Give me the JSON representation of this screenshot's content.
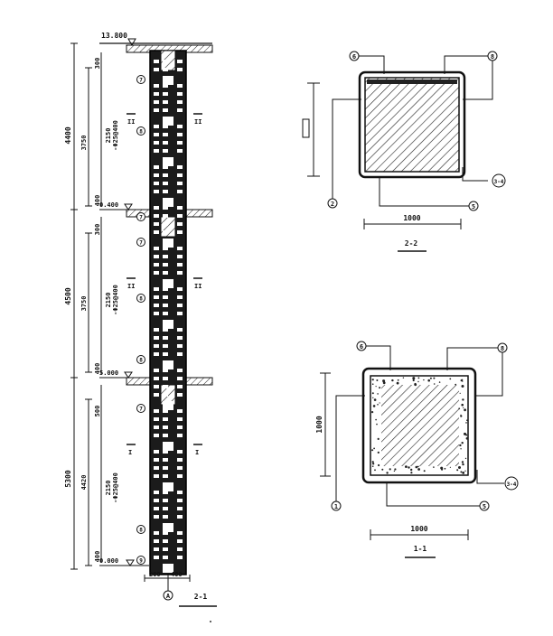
{
  "elevation": {
    "levels": {
      "top": "13.800",
      "mid": "0.400",
      "low": "5.000",
      "base": "0.000"
    },
    "overall_dims": {
      "upper": "4400",
      "middle": "4500",
      "lower": "5300"
    },
    "span_dims": {
      "upper": "3750",
      "middle": "3750",
      "lower": "4420"
    },
    "small_dims": {
      "a": "300",
      "b": "400",
      "c": "500"
    },
    "rotated_notes": {
      "upper": "2150\n-Φ25@400",
      "middle": "2150\n-Φ25@400",
      "lower": "2150\n-Φ25@400"
    },
    "section_marks": {
      "upper": "II",
      "middle": "II",
      "lower": "I"
    },
    "bottom_dims": {
      "left": "200",
      "right": "400"
    },
    "callouts": [
      "7",
      "8",
      "7",
      "8",
      "8",
      "7",
      "8",
      "9",
      "7"
    ],
    "axis_label": "A",
    "caption": "2-1"
  },
  "section_2_2": {
    "callouts": {
      "tl": "6",
      "tr": "8",
      "l": "2",
      "r": "3-4",
      "b": "5"
    },
    "dim": "1000",
    "title": "2-2"
  },
  "section_1_1": {
    "callouts": {
      "tl": "6",
      "tr": "8",
      "l": "1",
      "r": "3-4",
      "b": "5"
    },
    "dim_width": "1000",
    "dim_height": "1000",
    "title": "1-1"
  }
}
